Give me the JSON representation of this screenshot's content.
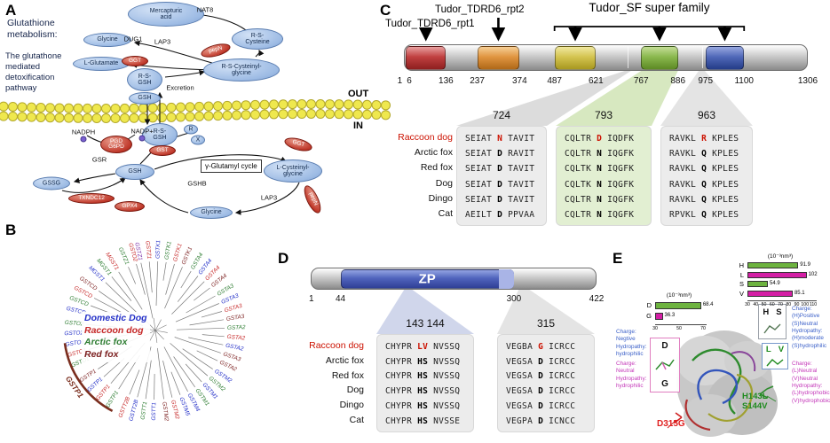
{
  "panel_labels": {
    "A": "A",
    "B": "B",
    "C": "C",
    "D": "D",
    "E": "E"
  },
  "species": [
    [
      "Raccoon dog",
      "#cc1100"
    ],
    [
      "Arctic fox",
      "#111111"
    ],
    [
      "Red fox",
      "#111111"
    ],
    [
      "Dog",
      "#111111"
    ],
    [
      "Dingo",
      "#111111"
    ],
    [
      "Cat",
      "#111111"
    ]
  ],
  "panelA": {
    "caption1": "Glutathione\nmetabolism:",
    "caption2": "The glutathone\nmediated\ndetoxification\npathway",
    "out_label": "OUT",
    "in_label": "IN",
    "excretion": "Excretion",
    "cycle_box": "γ-Glutamyl cycle",
    "metabolites": [
      [
        "Mercapturic\nacid",
        187,
        16,
        86,
        28
      ],
      [
        "Glycine",
        121,
        45,
        54,
        16
      ],
      [
        "R-S-\nCysteine",
        290,
        44,
        58,
        24
      ],
      [
        "L-Glutamate",
        114,
        72,
        64,
        16
      ],
      [
        "R-S-Cysteinyl-\nglycine",
        272,
        79,
        86,
        26
      ],
      [
        "R-S-\nGSH",
        163,
        90,
        40,
        26
      ],
      [
        "GSH",
        163,
        111,
        36,
        14
      ],
      [
        "R-S-\nGSH",
        180,
        152,
        40,
        26
      ],
      [
        "GSH",
        152,
        194,
        44,
        18
      ],
      [
        "GSSG",
        58,
        207,
        42,
        15
      ],
      [
        "L-Cysteinyl-\nglycine",
        330,
        193,
        66,
        26
      ],
      [
        "Glycine",
        238,
        240,
        48,
        14
      ],
      [
        "R",
        215,
        146,
        16,
        11
      ],
      [
        "X",
        223,
        158,
        16,
        11
      ]
    ],
    "enzymes": [
      [
        "pepN",
        243,
        57,
        34,
        13,
        -15
      ],
      [
        "GGT",
        152,
        69,
        30,
        12,
        0
      ],
      [
        "GST",
        183,
        170,
        30,
        12,
        0
      ],
      [
        "PGD\nG6PD",
        131,
        163,
        36,
        20,
        0
      ],
      [
        "GGT",
        336,
        163,
        32,
        13,
        15
      ],
      [
        "TXNDC12",
        103,
        224,
        52,
        12,
        0
      ],
      [
        "GPX4",
        146,
        233,
        34,
        12,
        0
      ],
      [
        "pepN",
        352,
        225,
        34,
        13,
        65
      ]
    ],
    "labels": [
      [
        "NAT8",
        231,
        11
      ],
      [
        "DUG1",
        150,
        44
      ],
      [
        "LAP3",
        183,
        47
      ],
      [
        "GSR",
        112,
        180
      ],
      [
        "GSHB",
        222,
        207
      ],
      [
        "LAP3",
        303,
        223
      ],
      [
        "NADPH",
        94,
        149
      ],
      [
        "NADP+",
        160,
        148
      ]
    ],
    "dots": [
      [
        94,
        157
      ],
      [
        160,
        156
      ]
    ]
  },
  "panelB": {
    "legend": [
      {
        "label": "Domestic Dog",
        "color": "#2430c8"
      },
      {
        "label": "Raccoon dog",
        "color": "#c62828"
      },
      {
        "label": "Arctic fox",
        "color": "#2e7d32"
      },
      {
        "label": "Red fox",
        "color": "#7b1f1f"
      }
    ],
    "arc_label": "GSTP1",
    "leaves": [
      [
        "GSTZ1",
        "p",
        -102
      ],
      [
        "GSTZ1",
        "r",
        -95
      ],
      [
        "GSTK1",
        "b",
        -88
      ],
      [
        "GSTK1",
        "g",
        -81
      ],
      [
        "GSTK1",
        "r",
        -74
      ],
      [
        "GSTK1",
        "d",
        -67
      ],
      [
        "GSTA4",
        "g",
        -59
      ],
      [
        "GSTA4",
        "b",
        -52
      ],
      [
        "GSTA4",
        "r",
        -45
      ],
      [
        "GSTA4",
        "d",
        -38
      ],
      [
        "GSTA3",
        "g",
        -30
      ],
      [
        "GSTA3",
        "b",
        -23
      ],
      [
        "GSTA3",
        "r",
        -16
      ],
      [
        "GSTA3",
        "d",
        -9
      ],
      [
        "GSTA2",
        "g",
        -2
      ],
      [
        "GSTA2",
        "r",
        5
      ],
      [
        "GSTA2",
        "b",
        12
      ],
      [
        "GSTA3",
        "d",
        19
      ],
      [
        "GSTA2",
        "d",
        26
      ],
      [
        "GSTM2",
        "b",
        34
      ],
      [
        "GSTM2",
        "g",
        41
      ],
      [
        "GSTM1",
        "b",
        48
      ],
      [
        "GSTM1",
        "g",
        55
      ],
      [
        "GSTM4",
        "b",
        62
      ],
      [
        "GSTM5",
        "b",
        69
      ],
      [
        "GSTM2",
        "r",
        76
      ],
      [
        "GSTM2",
        "d",
        83
      ],
      [
        "GSTT1",
        "b",
        91
      ],
      [
        "GSTT1",
        "g",
        98
      ],
      [
        "GSTT2B",
        "b",
        105
      ],
      [
        "GSTT2B",
        "r",
        112
      ],
      [
        "GSTP1",
        "g",
        122
      ],
      [
        "GSTP1",
        "r",
        130
      ],
      [
        "GSTP1",
        "b",
        138
      ],
      [
        "GSTP1",
        "d",
        146
      ],
      [
        "GSTO1",
        "g",
        157
      ],
      [
        "GSTO1",
        "r",
        164
      ],
      [
        "GSTO1",
        "b",
        171
      ],
      [
        "GSTO2",
        "b",
        178
      ],
      [
        "GSTO2",
        "g",
        185
      ],
      [
        "GSTCD",
        "b",
        194
      ],
      [
        "GSTCD",
        "g",
        201
      ],
      [
        "GSTCD",
        "r",
        208
      ],
      [
        "GSTCD",
        "d",
        215
      ],
      [
        "MGST1",
        "b",
        224
      ],
      [
        "MGST1",
        "g",
        231
      ],
      [
        "MGST1",
        "r",
        238
      ],
      [
        "GSTZ1",
        "g",
        247
      ],
      [
        "GSTO2",
        "r",
        254
      ]
    ]
  },
  "panelC": {
    "domain_labels": {
      "rpt1": "Tudor_TDRD6_rpt1",
      "rpt2": "Tudor_TDRD6_rpt2",
      "sf": "Tudor_SF super family"
    },
    "length": 1306,
    "domains": [
      [
        "rpt1",
        6,
        136,
        "red"
      ],
      [
        "rpt2",
        237,
        374,
        "orange"
      ],
      [
        "sf1",
        487,
        621,
        "yellow"
      ],
      [
        "sf2",
        767,
        886,
        "green"
      ],
      [
        "sf3",
        975,
        1100,
        "blue"
      ]
    ],
    "scale": [
      [
        "1",
        1,
        -5
      ],
      [
        "6",
        6,
        4
      ],
      [
        "136",
        136,
        0
      ],
      [
        "237",
        237,
        0
      ],
      [
        "374",
        374,
        0
      ],
      [
        "487",
        487,
        0
      ],
      [
        "621",
        621,
        0
      ],
      [
        "767",
        767,
        0
      ],
      [
        "886",
        886,
        0
      ],
      [
        "975",
        975,
        0
      ],
      [
        "1100",
        1100,
        0
      ],
      [
        "1306",
        1306,
        0
      ]
    ],
    "alignments": [
      {
        "header": "724",
        "rows": [
          [
            "SEIAT",
            "N",
            "TAVIT"
          ],
          [
            "SEIAT",
            "D",
            "RAVIT"
          ],
          [
            "SEIAT",
            "D",
            "TAVIT"
          ],
          [
            "SEIAT",
            "D",
            "TAVIT"
          ],
          [
            "SEIAT",
            "D",
            "TAVIT"
          ],
          [
            "AEILT",
            "D",
            "PPVAA"
          ]
        ]
      },
      {
        "header": "793",
        "rows": [
          [
            "CQLTR",
            "D",
            "IQDFK"
          ],
          [
            "CQLTR",
            "N",
            "IQGFK"
          ],
          [
            "CQLTK",
            "N",
            "IQGFK"
          ],
          [
            "CQLTK",
            "N",
            "IQGFK"
          ],
          [
            "CQLTR",
            "N",
            "IQGFK"
          ],
          [
            "CQLTR",
            "N",
            "IQGFK"
          ]
        ]
      },
      {
        "header": "963",
        "rows": [
          [
            "RAVKL",
            "R",
            "KPLES"
          ],
          [
            "RAVKL",
            "Q",
            "KPLES"
          ],
          [
            "RAVKL",
            "Q",
            "KPLES"
          ],
          [
            "RAVKL",
            "Q",
            "KPLES"
          ],
          [
            "RAVKL",
            "Q",
            "KPLES"
          ],
          [
            "RPVKL",
            "Q",
            "KPLES"
          ]
        ]
      }
    ]
  },
  "panelD": {
    "domain_label": "ZP",
    "length": 422,
    "scale": [
      [
        "1",
        1,
        0
      ],
      [
        "44",
        44,
        0
      ],
      [
        "300",
        300,
        0
      ],
      [
        "422",
        422,
        0
      ]
    ],
    "alignments": [
      {
        "header": "143 144",
        "rows": [
          [
            "CHYPR",
            "LV",
            "NVSSQ"
          ],
          [
            "CHYPR",
            "HS",
            "NVSSQ"
          ],
          [
            "CHYPR",
            "HS",
            "NVSSQ"
          ],
          [
            "CHYPR",
            "HS",
            "NVSSQ"
          ],
          [
            "CHYPR",
            "HS",
            "NVSSQ"
          ],
          [
            "CHYPR",
            "HS",
            "NVSSE"
          ]
        ]
      },
      {
        "header": "315",
        "rows": [
          [
            "VEGBA",
            "G",
            "ICRCC"
          ],
          [
            "VEGSA",
            "D",
            "ICRCC"
          ],
          [
            "VEGSA",
            "D",
            "ICRCC"
          ],
          [
            "VEGSA",
            "D",
            "ICRCC"
          ],
          [
            "VEGSA",
            "D",
            "ICRCC"
          ],
          [
            "VEGPA",
            "D",
            "ICNCC"
          ]
        ]
      }
    ]
  },
  "chart_data": [
    {
      "type": "bar",
      "orientation": "horizontal",
      "title": "(10⁻³nm³)",
      "categories": [
        "H",
        "L",
        "S",
        "V"
      ],
      "values": [
        91.9,
        102,
        54.9,
        85.1
      ],
      "colors": [
        "green",
        "magenta",
        "green",
        "magenta"
      ],
      "xlim": [
        30,
        110
      ],
      "ticks": [
        30,
        40,
        50,
        60,
        70,
        80,
        90,
        100,
        110
      ],
      "legend_position": "none",
      "grid": false
    },
    {
      "type": "bar",
      "orientation": "horizontal",
      "title": "(10⁻³nm³)",
      "categories": [
        "D",
        "G"
      ],
      "values": [
        68.4,
        36.3
      ],
      "colors": [
        "green",
        "magenta"
      ],
      "xlim": [
        30,
        70
      ],
      "ticks": [
        30,
        50,
        70
      ],
      "legend_position": "none",
      "grid": false
    }
  ],
  "panelE": {
    "mutation_red": "D315G",
    "mutation_green": "H143L\nS144V",
    "inset_dg": [
      "D",
      "G"
    ],
    "inset_hs": [
      "H",
      "S"
    ],
    "inset_lv": [
      "L",
      "V"
    ],
    "annotations": {
      "left_blue": "Charge:\nNegtive\nHydropathy:\nhydrophilic",
      "left_magenta": "Charge:\nNeutral\nHydropathy:\nhydrophilic",
      "right_blue": "Charge:\n(H)Positive\n(S)Neutral\nHydropathy:\n(H)moderate\n(S)hydrophilic",
      "right_magenta": "Charge:\n(L)Neutral\n(V)Neutral\nHydropathy:\n(L)hydrophobic\n(V)hydrophobic"
    }
  }
}
